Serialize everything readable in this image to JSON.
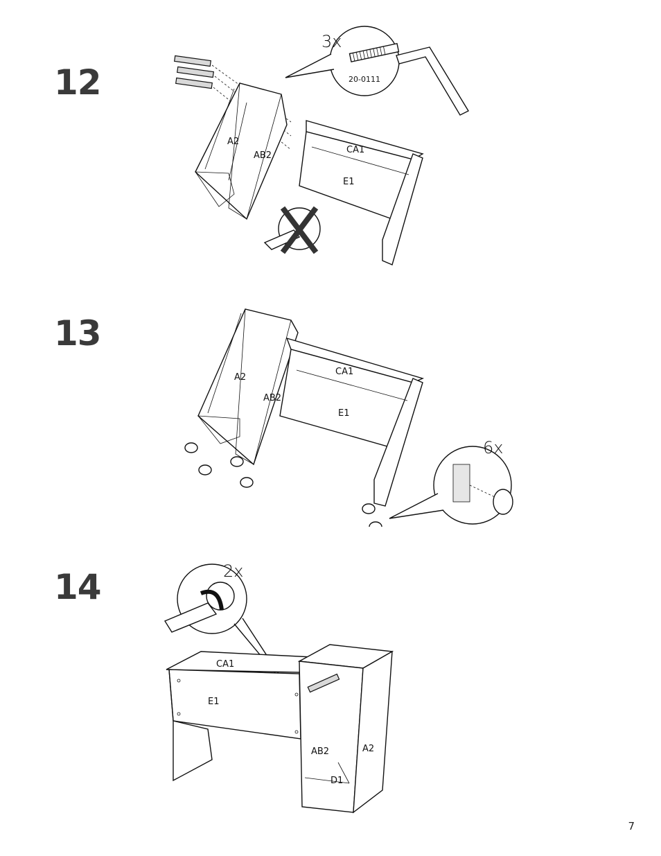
{
  "steps": [
    {
      "number": "12",
      "callout_qty": "3x",
      "part_code": "20-0111",
      "panel_labels": [
        "A2",
        "AB2",
        "CA1",
        "E1"
      ]
    },
    {
      "number": "13",
      "callout_qty": "6x",
      "panel_labels": [
        "A2",
        "AB2",
        "CA1",
        "E1"
      ]
    },
    {
      "number": "14",
      "callout_qty": "2x",
      "panel_labels": [
        "CA1",
        "E1",
        "AB2",
        "A2",
        "D1"
      ]
    }
  ],
  "page_number": "7"
}
